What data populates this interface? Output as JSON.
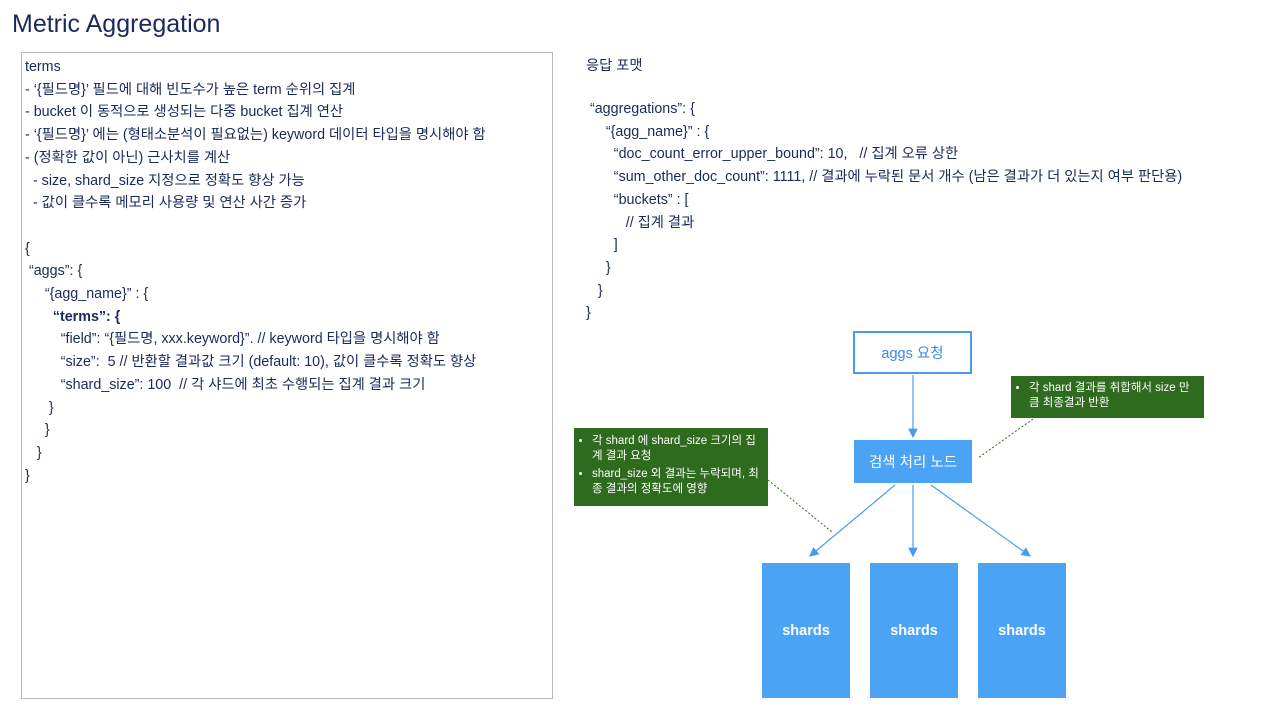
{
  "title": "Metric Aggregation",
  "left_lines": [
    "terms",
    "- ‘{필드명}’ 필드에 대해 빈도수가 높은 term 순위의 집계",
    "- bucket 이 동적으로 생성되는 다중 bucket 집계 연산",
    "- ‘{필드명}’ 에는 (형태소분석이 필요없는) keyword 데이터 타입을 명시해야 함",
    "- (정확한 값이 아닌) 근사치를 계산",
    "  - size, shard_size 지정으로 정확도 향상 가능",
    "  - 값이 클수록 메모리 사용량 및 연산 사간 증가",
    "",
    "{",
    " “aggs”: {",
    "     “{agg_name}” : {",
    "       “terms”: {",
    "         “field”: “{필드명, xxx.keyword}”. // keyword 타입을 명시해야 함",
    "         “size”:  5 // 반환할 결과값 크기 (default: 10), 값이 클수록 정확도 향상",
    "         “shard_size”: 100  // 각 샤드에 최초 수행되는 집계 결과 크기",
    "      }",
    "     }",
    "   }",
    "}"
  ],
  "response": {
    "heading": "응답 포맷",
    "lines": [
      " “aggregations”: {",
      "     “{agg_name}” : {",
      "       “doc_count_error_upper_bound”: 10,   // 집계 오류 상한",
      "       “sum_other_doc_count”: 1111, // 결과에 누락된 문서 개수 (남은 결과가 더 있는지 여부 판단용)",
      "       “buckets” : [",
      "          // 집계 결과",
      "       ]",
      "     }",
      "   }",
      "}"
    ]
  },
  "diagram": {
    "request_label": "aggs 요청",
    "node_label": "검색 처리 노드",
    "shards": [
      "shards",
      "shards",
      "shards"
    ],
    "note_right": [
      "각 shard 결과를 취합해서 size 만큼 최종결과 반환"
    ],
    "note_left": [
      "각 shard 에 shard_size 크기의 집계 결과 요청",
      "shard_size 외 결과는 누락되며, 최종 결과의 정확도에 영향"
    ],
    "colors": {
      "box_blue": "#4aa3f5",
      "arrow_blue": "#4a9bf0",
      "note_green": "#2e6b1e",
      "text_navy": "#1a2a5a"
    }
  }
}
